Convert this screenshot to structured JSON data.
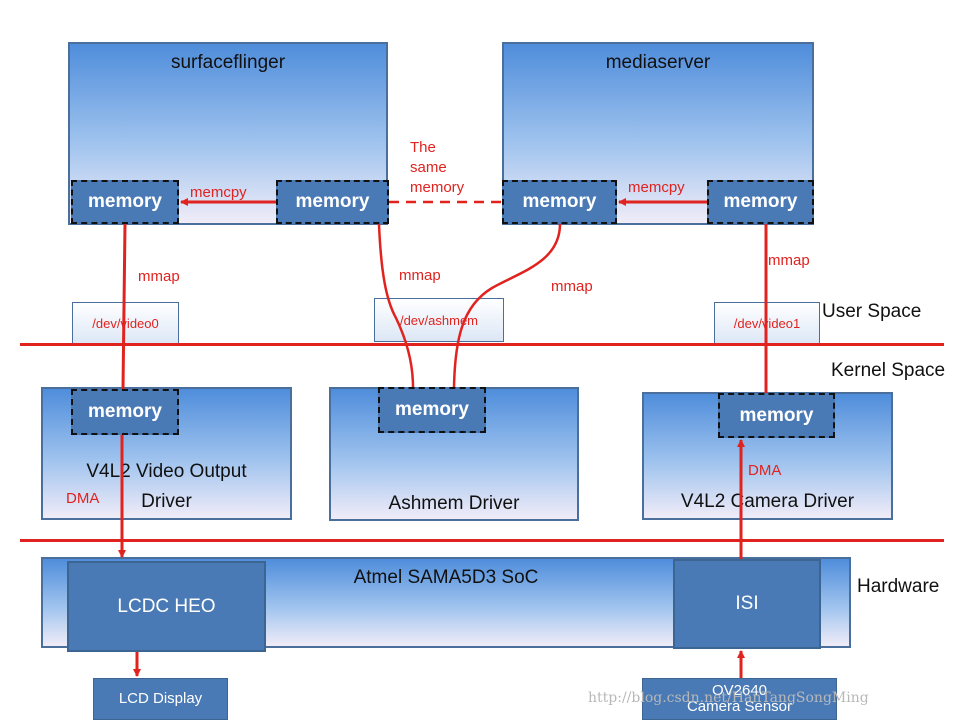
{
  "processes": {
    "surfaceflinger": {
      "title": "surfaceflinger",
      "memory_left": "memory",
      "memory_right": "memory"
    },
    "mediaserver": {
      "title": "mediaserver",
      "memory_left": "memory",
      "memory_right": "memory"
    }
  },
  "devices": {
    "video0": "/dev/video0",
    "ashmem": "/dev/ashmem",
    "video1": "/dev/video1"
  },
  "drivers": {
    "video_output": {
      "title_line1": "V4L2 Video Output",
      "title_line2": "Driver",
      "memory": "memory"
    },
    "ashmem": {
      "title": "Ashmem Driver",
      "memory": "memory"
    },
    "camera": {
      "title": "V4L2 Camera Driver",
      "memory": "memory"
    }
  },
  "hardware": {
    "soc": "Atmel SAMA5D3 SoC",
    "lcdc": "LCDC HEO",
    "isi": "ISI",
    "lcd_display": "LCD Display",
    "sensor_line1": "OV2640",
    "sensor_line2": "Camera Sensor"
  },
  "labels": {
    "memcpy_left": "memcpy",
    "memcpy_right": "memcpy",
    "same_memory_line1": "The",
    "same_memory_line2": "same",
    "same_memory_line3": "memory",
    "mmap_1": "mmap",
    "mmap_2": "mmap",
    "mmap_3": "mmap",
    "mmap_4": "mmap",
    "dma_left": "DMA",
    "dma_right": "DMA"
  },
  "spaces": {
    "user": "User Space",
    "kernel": "Kernel Space",
    "hardware": "Hardware"
  },
  "watermark": "http://blog.csdn.net/HanTangSongMing",
  "colors": {
    "accent_red": "#e0231f",
    "block_blue": "#4a7ab5",
    "border_blue": "#4a6f9c"
  }
}
